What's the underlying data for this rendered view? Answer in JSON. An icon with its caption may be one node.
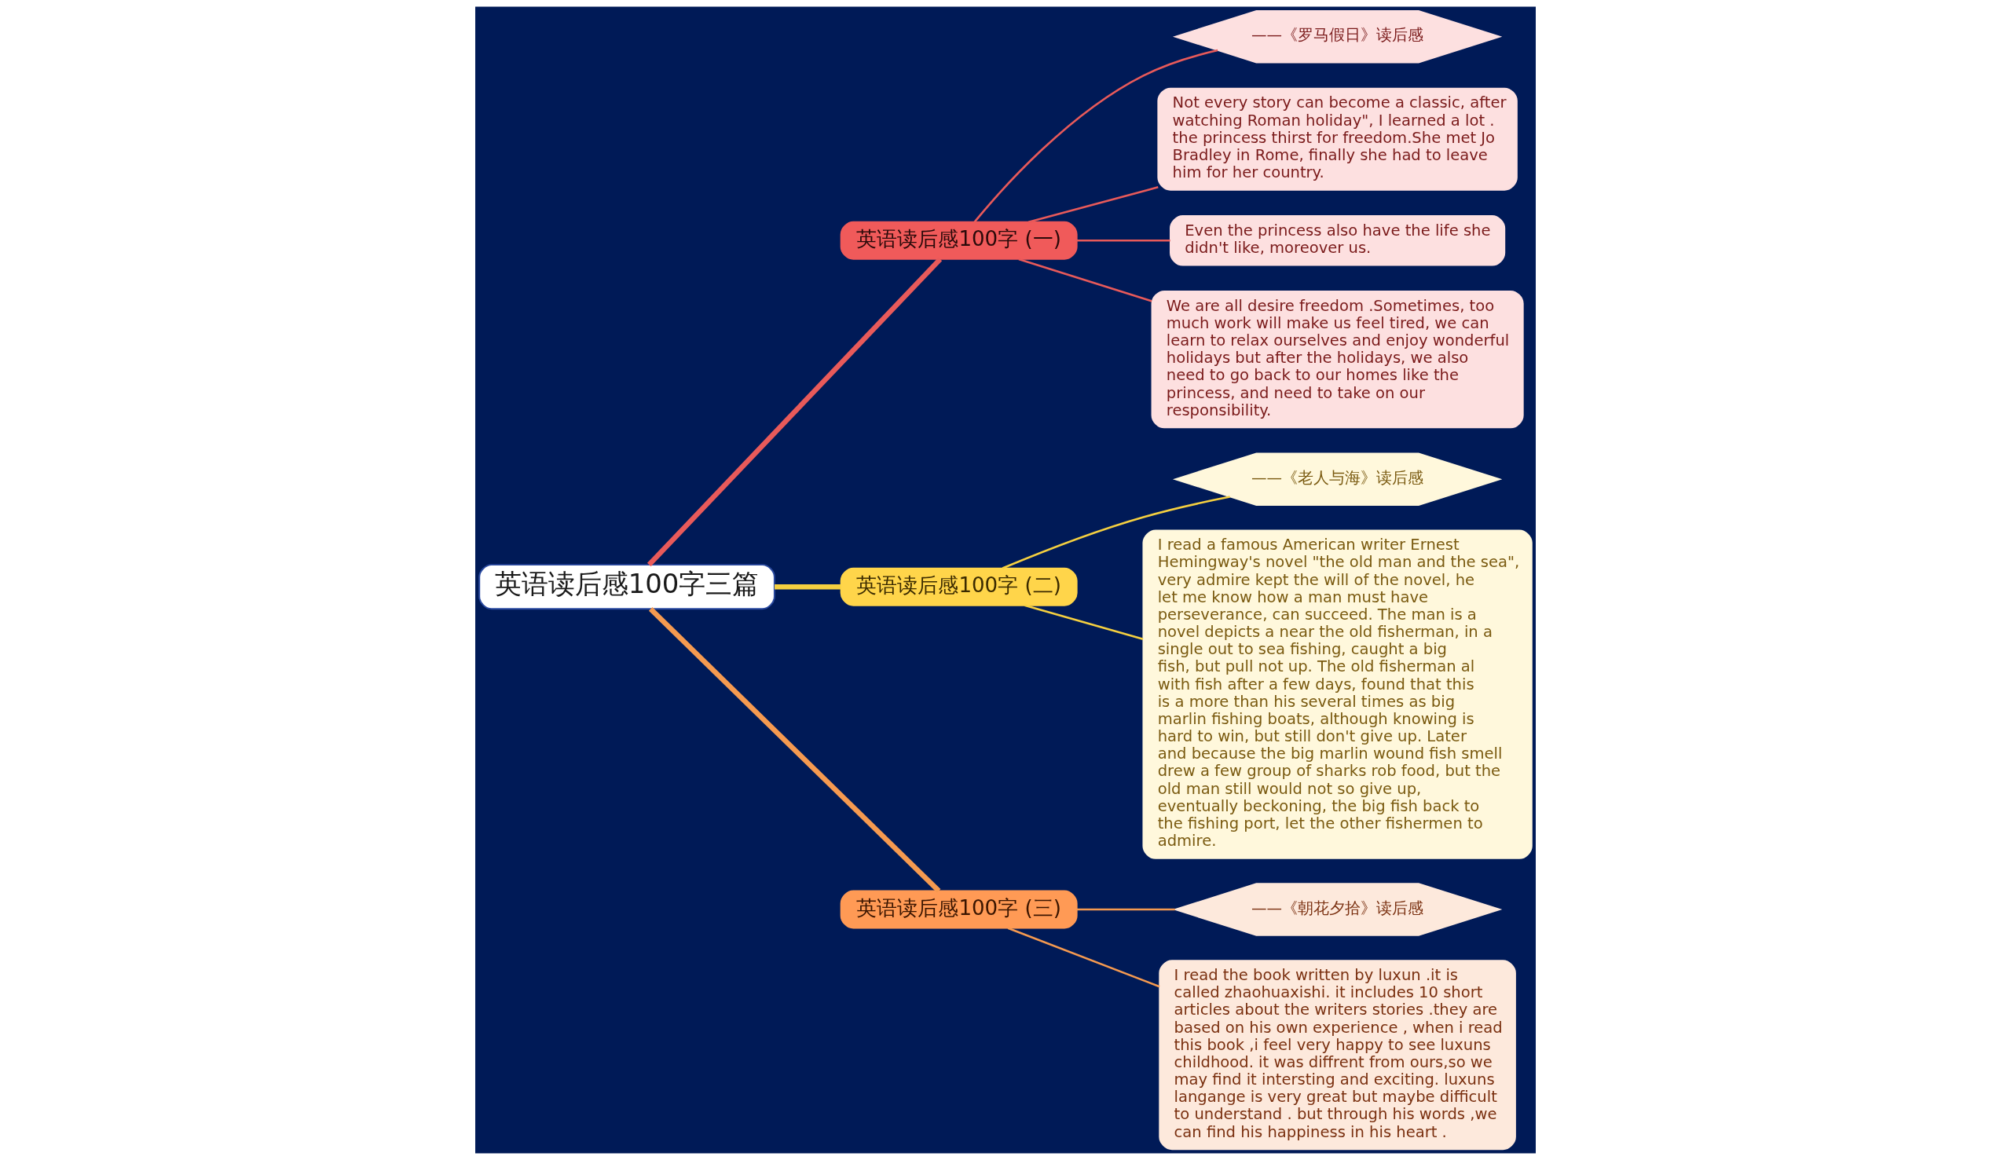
{
  "diagram": {
    "nodes": [
      {
        "text": [
          "英语读后感100字三篇"
        ]
      },
      {
        "text": [
          "英语读后感100字 (一)"
        ]
      },
      {
        "text": [
          "——《罗马假日》读后感"
        ]
      },
      {
        "text": [
          "Not every story can become a classic, after watching Roman holiday\", I learned a lot . the princess thirst for freedom.She met Jo Bradley in Rome, finally she had to leave him for her country."
        ]
      },
      {
        "text": [
          "Even the princess also have the life she didn't like, moreover us."
        ]
      },
      {
        "text": [
          "We are all desire freedom .Sometimes, too much work will make us feel tired, we can learn to relax ourselves and enjoy wonderful holidays but after the holidays, we also need to go back to our homes like the princess, and need to take on our responsibility."
        ]
      },
      {
        "text": [
          "英语读后感100字 (二)"
        ]
      },
      {
        "text": [
          "——《老人与海》读后感"
        ]
      },
      {
        "text": [
          "I read a famous American writer Ernest Hemingway's novel \"the old man and the sea\", very admire kept the will of the novel, he let me know how a man must have perseverance, can succeed. The man is a novel depicts a near the old fisherman, in a single out to sea fishing, caught a big fish, but pull not up. The old fisherman al with fish after a few days, found that this is a more than his several times as big marlin fishing boats, although knowing is hard to win, but still don't give up. Later and because the big marlin wound fish smell drew a few group of sharks rob food, but the old man still would not so give up, eventually beckoning, the big fish back to the fishing port, let the other fishermen to admire."
        ]
      },
      {
        "text": [
          "英语读后感100字 (三)"
        ]
      },
      {
        "text": [
          "——《朝花夕拾》读后感"
        ]
      },
      {
        "text": [
          "I read the book written by luxun .it is called zhaohuaxishi. it includes 10 short articles about the writers stories .they are based on his own experience , when i read this book ,i feel very happy to see luxuns childhood. it was diffrent from ours,so we may find it intersting and exciting. luxuns langange is very great but maybe difficult to understand . but through his words ,we can find his happiness in his heart ."
        ]
      }
    ],
    "edges": [
      {
        "from": 0,
        "to": 1,
        "arrow": "none",
        "style": "thick"
      },
      {
        "from": 1,
        "to": 2,
        "arrow": "none"
      },
      {
        "from": 1,
        "to": 3,
        "arrow": "none"
      },
      {
        "from": 1,
        "to": 4,
        "arrow": "none"
      },
      {
        "from": 1,
        "to": 5,
        "arrow": "none"
      },
      {
        "from": 0,
        "to": 6,
        "arrow": "none",
        "style": "thick",
        "color": "#f5d040"
      },
      {
        "from": 6,
        "to": 7,
        "arrow": "none",
        "color": "#f5d040"
      },
      {
        "from": 6,
        "to": 8,
        "arrow": "none",
        "color": "#f5d040"
      },
      {
        "from": 0,
        "to": 9,
        "arrow": "none",
        "style": "thick",
        "color": "#f59a50"
      },
      {
        "from": 9,
        "to": 10,
        "arrow": "none",
        "color": "#f59a50"
      },
      {
        "from": 9,
        "to": 11,
        "arrow": "none",
        "color": "#f59a50"
      }
    ]
  }
}
